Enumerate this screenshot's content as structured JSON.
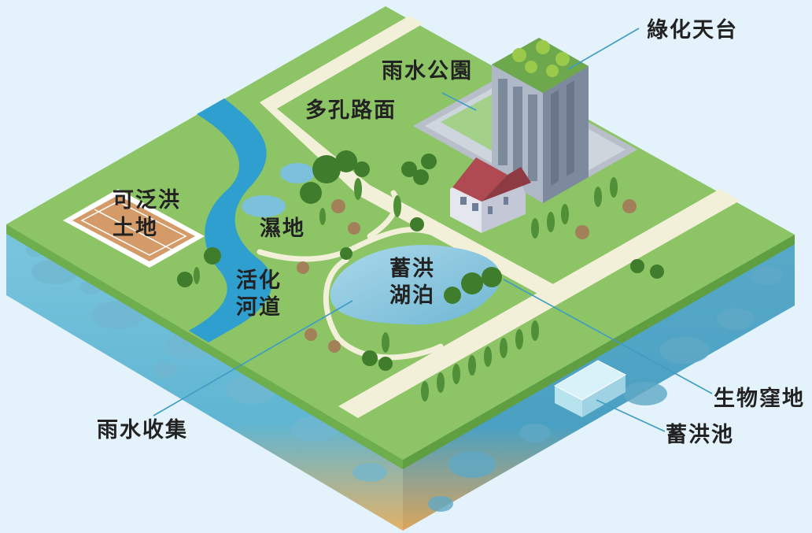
{
  "labels": {
    "green_roof": "綠化天台",
    "rain_garden": "雨水公園",
    "porous_pavement": "多孔路面",
    "floodplain_1": "可泛洪",
    "floodplain_2": "土地",
    "wetland": "濕地",
    "revitalised_river_1": "活化",
    "revitalised_river_2": "河道",
    "retention_lake_1": "蓄洪",
    "retention_lake_2": "湖泊",
    "rainwater_harvesting": "雨水收集",
    "bioswale": "生物窪地",
    "storage_tank": "蓄洪池"
  },
  "colors": {
    "background": "#e3f2fb",
    "grass": "#8cc466",
    "grass_dark": "#6fae4c",
    "soil_side_left": "#5bb6d3",
    "soil_side_right": "#4aa5c5",
    "sand": "#e8a75a",
    "river": "#2f9fd0",
    "lake": "#8cc7df",
    "path": "#f3f0da",
    "building": "#9aa7b8",
    "leader_line": "#3d9cc4"
  }
}
